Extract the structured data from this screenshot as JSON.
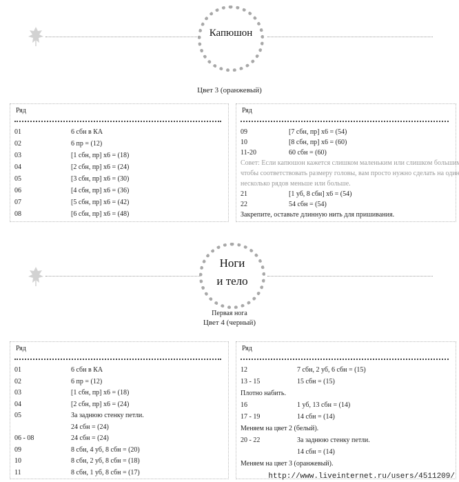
{
  "section1": {
    "title": "Капюшон",
    "subtitle": "Цвет 3 (оранжевый)",
    "left_box": {
      "header": "Ряд",
      "rows": [
        {
          "n": "01",
          "t": "6 сбн в КА"
        },
        {
          "n": "02",
          "t": "6 пр = (12)"
        },
        {
          "n": "03",
          "t": "[1 сбн, пр] х6 = (18)"
        },
        {
          "n": "04",
          "t": "[2 сбн, пр] х6 = (24)"
        },
        {
          "n": "05",
          "t": "[3 сбн, пр] х6 = (30)"
        },
        {
          "n": "06",
          "t": "[4 сбн, пр] х6 = (36)"
        },
        {
          "n": "07",
          "t": "[5 сбн, пр] х6 = (42)"
        },
        {
          "n": "08",
          "t": "[6 сбн, пр] х6 = (48)"
        }
      ]
    },
    "right_box": {
      "header": "Ряд",
      "rows": [
        {
          "n": "09",
          "t": "[7 сбн, пр] х6 = (54)"
        },
        {
          "n": "10",
          "t": "[8 сбн, пр] х6 = (60)"
        },
        {
          "n": "11-20",
          "t": "60 сбн = (60)"
        },
        {
          "text": "Совет: Если капюшон кажется слишком маленьким или слишком большим,",
          "hint": true
        },
        {
          "text": "чтобы соответствовать размеру головы, вам просто нужно сделать на один или",
          "hint": true
        },
        {
          "text": "несколько рядов меньше или больше.",
          "hint": true
        },
        {
          "n": "21",
          "t": "[1 уб, 8 сбн] х6 = (54)"
        },
        {
          "n": "22",
          "t": "54 сбн = (54)"
        },
        {
          "text": "Закрепите, оставьте длинную нить для пришивания."
        }
      ]
    }
  },
  "section2": {
    "title_line1": "Ноги",
    "title_line2": "и тело",
    "caption1": "Первая нога",
    "caption2": "Цвет 4 (черный)",
    "left_box": {
      "header": "Ряд",
      "rows": [
        {
          "n": "01",
          "t": "6 сбн в КА"
        },
        {
          "n": "02",
          "t": "6 пр = (12)"
        },
        {
          "n": "03",
          "t": "[1 сбн, пр] х6 = (18)"
        },
        {
          "n": "04",
          "t": "[2 сбн, пр] х6 = (24)"
        },
        {
          "n": "05",
          "t": "За заднюю стенку петли."
        },
        {
          "n": "",
          "t": "24 сбн = (24)"
        },
        {
          "n": "06 - 08",
          "t": "24 сбн = (24)"
        },
        {
          "n": "09",
          "t": "8 сбн, 4 уб, 8 сбн = (20)"
        },
        {
          "n": "10",
          "t": "8 сбн, 2 уб, 8 сбн = (18)"
        },
        {
          "n": "11",
          "t": "8 сбн, 1 уб, 8 сбн = (17)"
        }
      ]
    },
    "right_box": {
      "header": "Ряд",
      "rows": [
        {
          "n": "12",
          "t": "7 сбн, 2 уб, 6 сбн = (15)"
        },
        {
          "n": "13 - 15",
          "t": "15 сбн = (15)"
        },
        {
          "text": "Плотно набить."
        },
        {
          "n": "16",
          "t": "1 уб, 13 сбн = (14)"
        },
        {
          "n": "17 - 19",
          "t": "14 сбн = (14)"
        },
        {
          "text": "Меняем на цвет 2 (белый)."
        },
        {
          "n": "20 - 22",
          "t": "За заднюю стенку петли."
        },
        {
          "n": "",
          "t": "14 сбн = (14)"
        },
        {
          "text": "Меняем на цвет 3 (оранжевый)."
        }
      ]
    }
  },
  "watermark": "http://www.liveinternet.ru/users/4511209/",
  "colors": {
    "ring": "#a8a8a8",
    "hint": "#9a9a9a",
    "rule": "#9a9a9a"
  }
}
